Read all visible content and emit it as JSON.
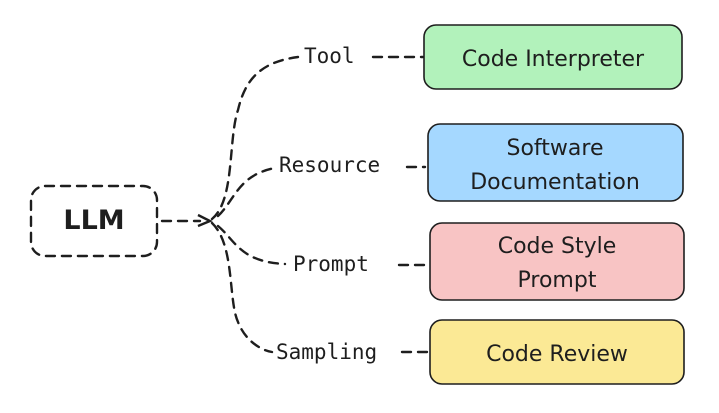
{
  "root": {
    "label": "LLM"
  },
  "branches": [
    {
      "edge_label": "Tool",
      "node_lines": [
        "Code Interpreter"
      ],
      "color": "#b2f2bb"
    },
    {
      "edge_label": "Resource",
      "node_lines": [
        "Software",
        "Documentation"
      ],
      "color": "#a5d8ff"
    },
    {
      "edge_label": "Prompt",
      "node_lines": [
        "Code Style",
        "Prompt"
      ],
      "color": "#f8c4c4"
    },
    {
      "edge_label": "Sampling",
      "node_lines": [
        "Code Review"
      ],
      "color": "#fbe995"
    }
  ]
}
